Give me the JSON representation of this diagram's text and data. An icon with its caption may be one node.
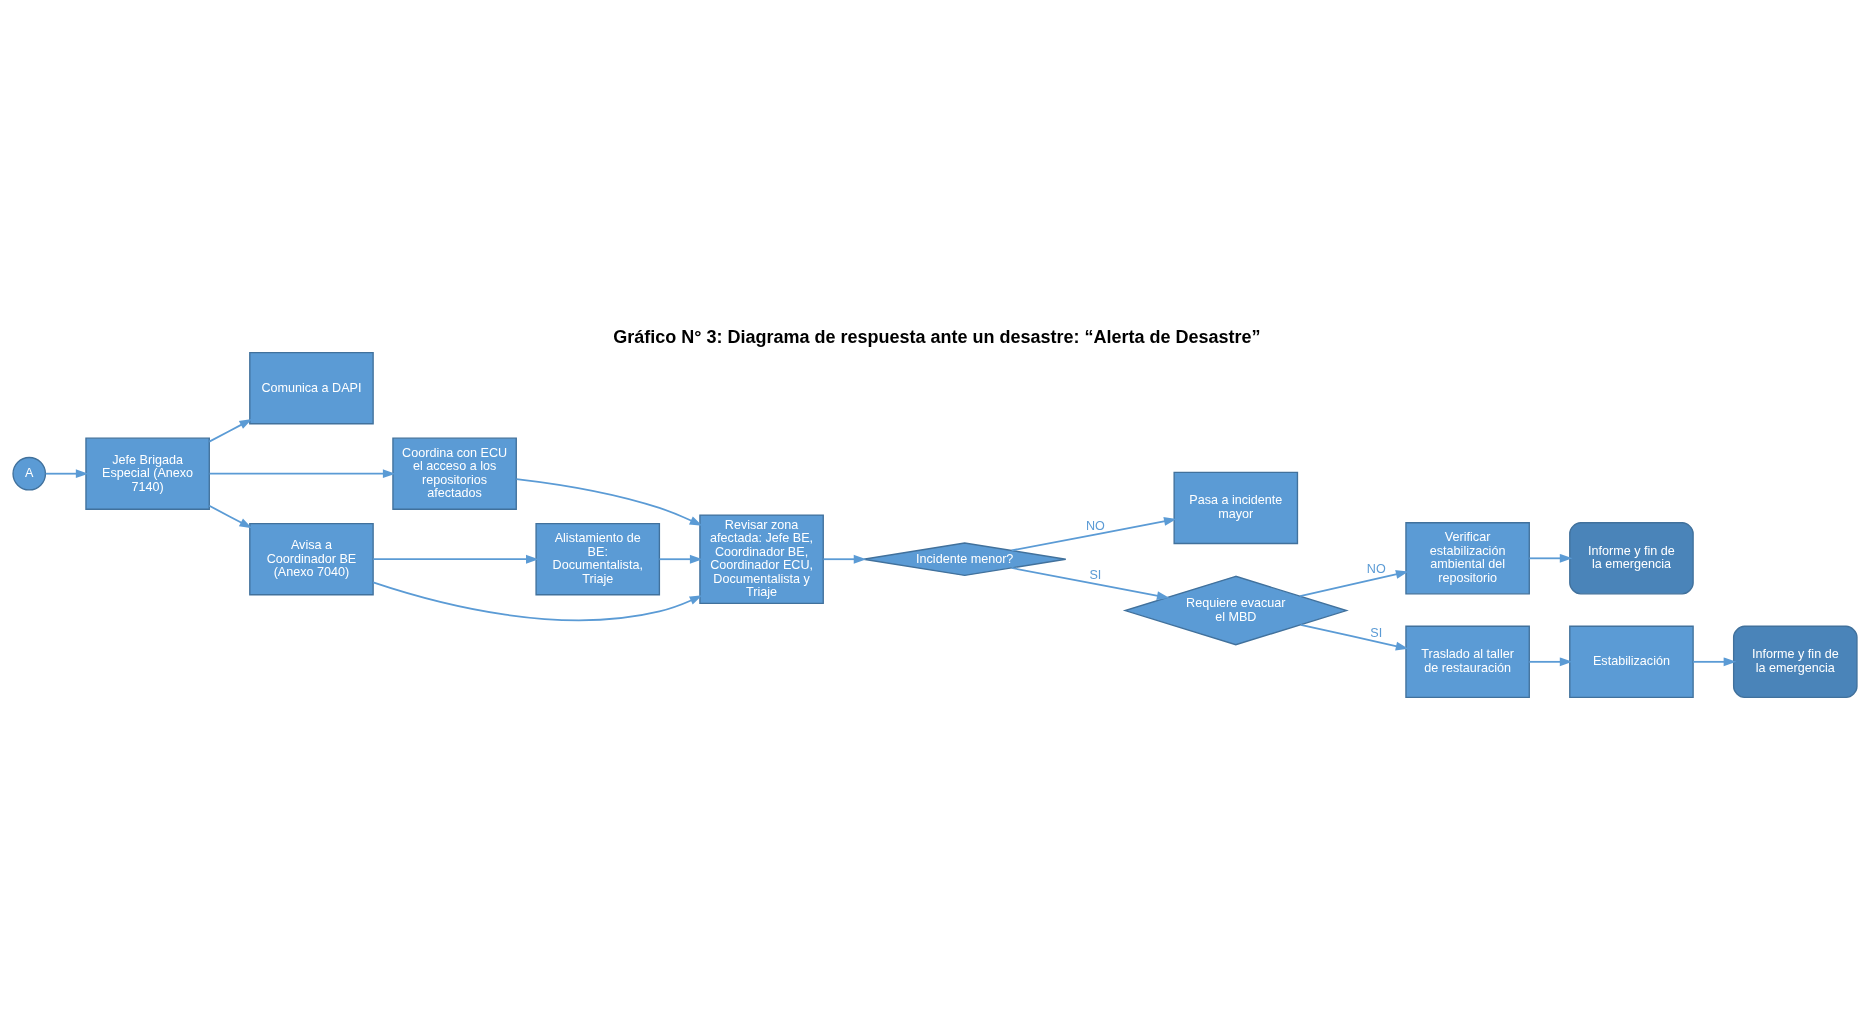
{
  "diagram": {
    "title": "Gráfico N° 3: Diagrama de respuesta ante un desastre: “Alerta de Desastre”",
    "nodes": [
      {
        "text": [
          "A"
        ]
      },
      {
        "text": [
          "Jefe Brigada Especial (Anexo 7140)"
        ]
      },
      {
        "text": [
          "Comunica a DAPI"
        ]
      },
      {
        "text": [
          "Coordina con ECU el acceso a los repositorios afectados"
        ]
      },
      {
        "text": [
          "Avisa a Coordinador BE (Anexo 7040)"
        ]
      },
      {
        "text": [
          "Alistamiento de BE: Documentalista, Triaje"
        ]
      },
      {
        "text": [
          "Revisar zona afectada: Jefe BE, Coordinador BE, Coordinador ECU, Documentalista y Triaje"
        ]
      },
      {
        "text": [
          "Incidente menor?"
        ]
      },
      {
        "text": [
          "Pasa a incidente mayor"
        ]
      },
      {
        "text": [
          "Requiere evacuar el MBD"
        ]
      },
      {
        "text": [
          "Verificar estabilización ambiental del repositorio"
        ]
      },
      {
        "text": [
          "Informe y fin de la emergencia"
        ]
      },
      {
        "text": [
          "Traslado al taller de restauración"
        ]
      },
      {
        "text": [
          "Estabilización"
        ]
      },
      {
        "text": [
          "Informe y fin de la emergencia"
        ]
      }
    ],
    "edges": [
      {
        "from": 0,
        "to": 1,
        "arrow": "to"
      },
      {
        "from": 1,
        "to": 2,
        "arrow": "to"
      },
      {
        "from": 1,
        "to": 3,
        "arrow": "to"
      },
      {
        "from": 1,
        "to": 4,
        "arrow": "to"
      },
      {
        "from": 4,
        "to": 5,
        "arrow": "to"
      },
      {
        "from": 4,
        "to": 6,
        "arrow": "to"
      },
      {
        "from": 3,
        "to": 6,
        "arrow": "to"
      },
      {
        "from": 5,
        "to": 6,
        "arrow": "to"
      },
      {
        "from": 6,
        "to": 7,
        "arrow": "to"
      },
      {
        "from": 7,
        "to": 9,
        "arrow": "to",
        "label": "SI"
      },
      {
        "from": 7,
        "to": 8,
        "arrow": "to",
        "label": "NO"
      },
      {
        "from": 9,
        "to": 10,
        "arrow": "to",
        "label": "NO"
      },
      {
        "from": 10,
        "to": 11,
        "arrow": "to"
      },
      {
        "from": 9,
        "to": 12,
        "arrow": "to",
        "label": "SI"
      },
      {
        "from": 12,
        "to": 13,
        "arrow": "to"
      },
      {
        "from": 13,
        "to": 14,
        "arrow": "to"
      }
    ]
  }
}
